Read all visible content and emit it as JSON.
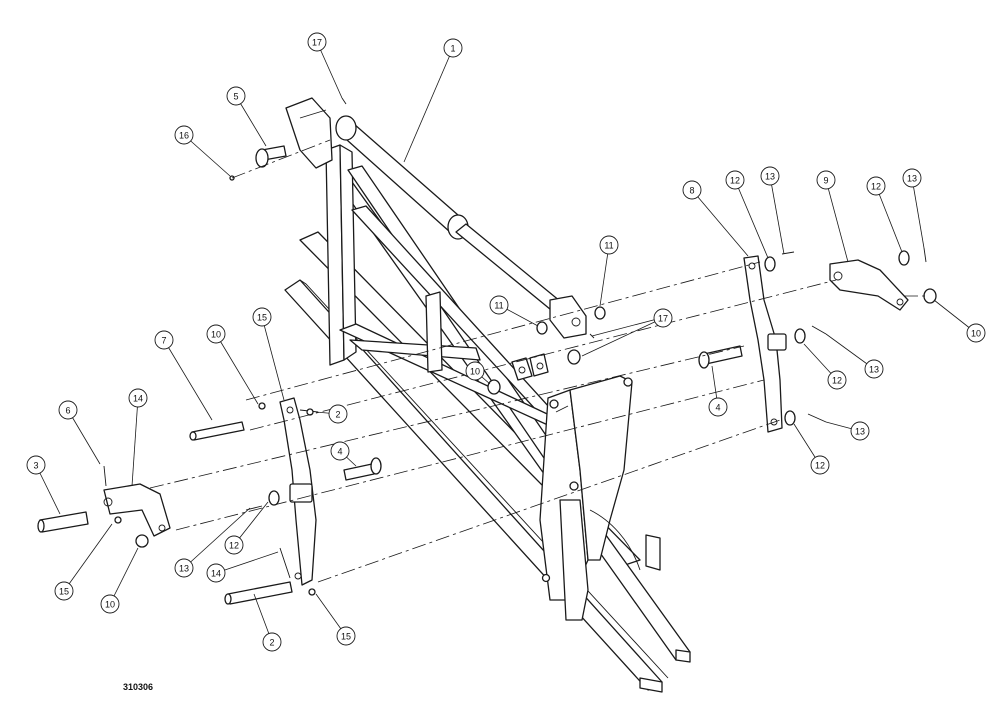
{
  "figure_id": "310306",
  "callouts": [
    "1",
    "17",
    "5",
    "16",
    "8",
    "12",
    "13",
    "9",
    "12",
    "13",
    "11",
    "11",
    "17",
    "10",
    "10",
    "15",
    "7",
    "2",
    "14",
    "6",
    "3",
    "15",
    "10",
    "4",
    "13",
    "12",
    "14",
    "2",
    "15",
    "4",
    "12",
    "13",
    "10",
    "13",
    "12"
  ]
}
